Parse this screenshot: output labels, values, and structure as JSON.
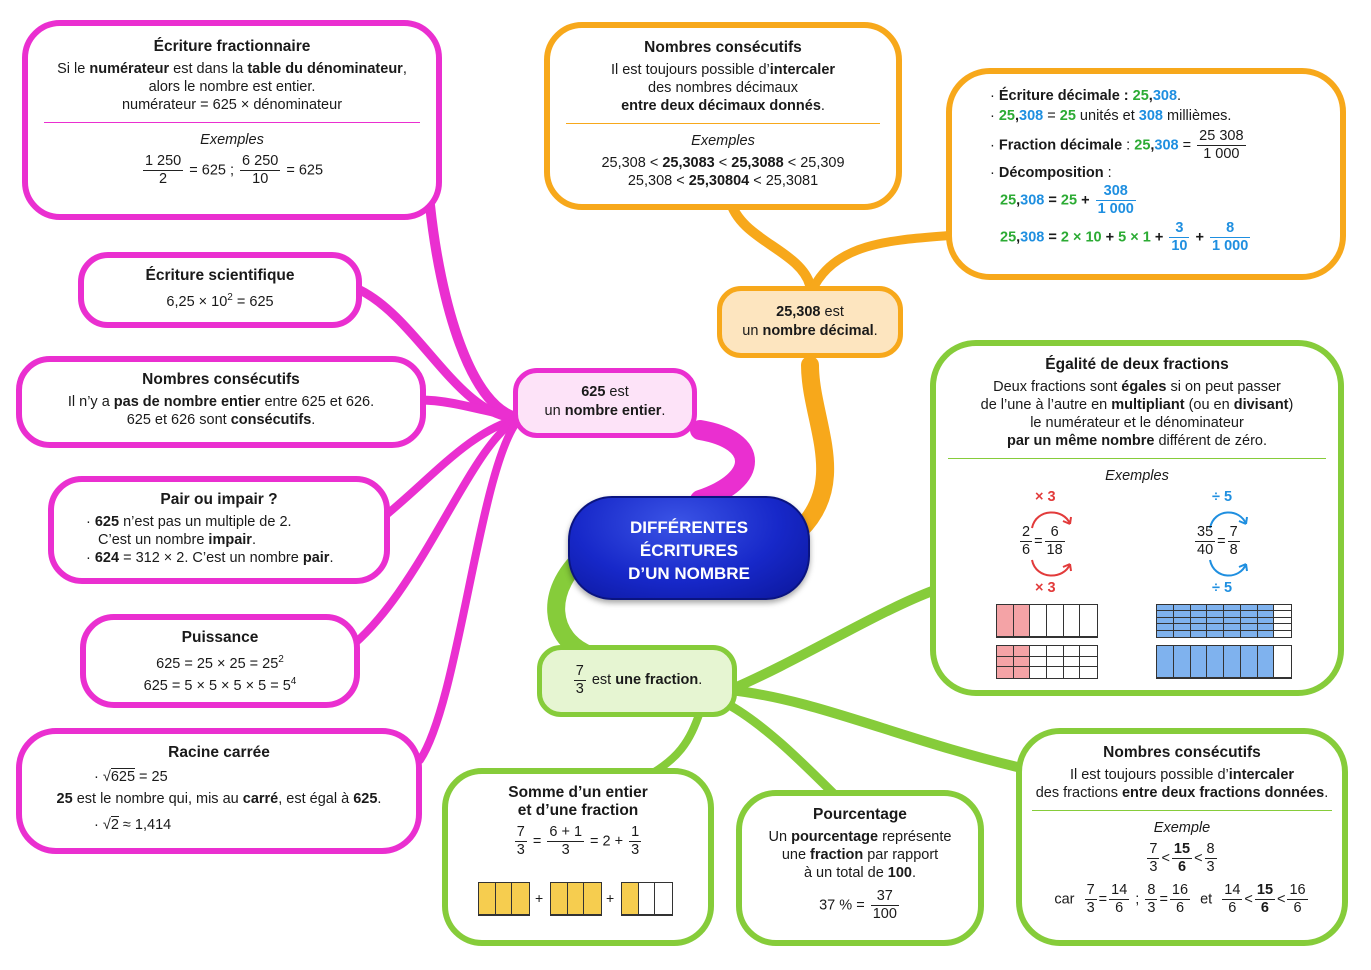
{
  "center": {
    "l1": "DIFFÉRENTES",
    "l2": "ÉCRITURES",
    "l3": "D’UN NOMBRE"
  },
  "hub_pink": {
    "p1": "625",
    "p2": " est",
    "p3": "un ",
    "p4": "nombre entier",
    "p5": "."
  },
  "hub_orange": {
    "p1": "25,308",
    "p2": " est",
    "p3": "un ",
    "p4": "nombre décimal",
    "p5": "."
  },
  "hub_green": {
    "n": "7",
    "d": "3",
    "p1": " est ",
    "p2": "une fraction",
    "p3": "."
  },
  "frac_writing": {
    "title": "Écriture fractionnaire",
    "l1a": "Si le ",
    "l1b": "numérateur",
    "l1c": " est dans la ",
    "l1d": "table du dénominateur",
    "l1e": ",",
    "l2": "alors le nombre est entier.",
    "l3": "numérateur = 625 × dénominateur",
    "ex": "Exemples",
    "f1n": "1 250",
    "f1d": "2",
    "t1": " = 625 ; ",
    "f2n": "6 250",
    "f2d": "10",
    "t2": " = 625"
  },
  "sci": {
    "title": "Écriture scientifique",
    "a": "6,25 × 10",
    "exp": "2",
    "b": " = 625"
  },
  "consec_int": {
    "title": "Nombres consécutifs",
    "a": "Il n’y a ",
    "b": "pas de nombre entier",
    "c": " entre 625 et 626.",
    "d": "625 et 626 sont ",
    "e": "consécutifs",
    "f": "."
  },
  "parity": {
    "title": "Pair ou impair ?",
    "a": "625",
    "b": " n’est pas un multiple de 2.",
    "c": "C’est un nombre ",
    "d": "impair",
    "e": ".",
    "f": "624",
    "g": " = 312 × 2. C’est un nombre ",
    "h": "pair",
    "i": "."
  },
  "power": {
    "title": "Puissance",
    "l1": "625 = 25 × 25 = 25",
    "e1": "2",
    "l2": "625 = 5 × 5 × 5 × 5 = 5",
    "e2": "4"
  },
  "sqrt": {
    "title": "Racine carrée",
    "r1": "625",
    "t1": " = 25",
    "a": "25",
    "b": " est le nombre qui, mis au ",
    "c": "carré",
    "d": ", est égal à ",
    "e": "625",
    "f": ".",
    "r2": "2",
    "t2": " ≈ 1,414"
  },
  "consec_dec": {
    "title": "Nombres consécutifs",
    "l1a": "Il est toujours possible d’",
    "l1b": "intercaler",
    "l2": "des nombres décimaux",
    "l3": "entre deux décimaux donnés",
    "l3b": ".",
    "ex": "Exemples",
    "e1a": "25,308 < ",
    "e1b": "25,3083",
    "e1c": " < ",
    "e1d": "25,3088",
    "e1e": " < 25,309",
    "e2a": "25,308 < ",
    "e2b": "25,30804",
    "e2c": " < 25,3081"
  },
  "decimal": {
    "b1a": "Écriture décimale : ",
    "b1b": "25",
    "b1c": ",",
    "b1d": "308",
    "b1e": ".",
    "b2a": "25",
    "b2b": ",",
    "b2c": "308",
    "b2d": " = ",
    "b2e": "25",
    "b2f": " unités et ",
    "b2g": "308",
    "b2h": " millièmes.",
    "b3a": "Fraction décimale",
    "b3b": " : ",
    "b3c": "25",
    "b3d": ",",
    "b3e": "308",
    "b3f": " = ",
    "b3n": "25 308",
    "b3den": "1 000",
    "b4": "Décomposition",
    "b4b": " :",
    "d1a": "25",
    "d1b": ",",
    "d1c": "308",
    "d1d": " = ",
    "d1e": "25",
    "d1f": " + ",
    "d1n": "308",
    "d1den": "1 000",
    "d2a": "25",
    "d2b": ",",
    "d2c": "308",
    "d2d": " = ",
    "d2e": "2 × 10",
    "d2f": " + ",
    "d2g": "5 × 1",
    "d2h": " + ",
    "d2n1": "3",
    "d2d1": "10",
    "d2i": " + ",
    "d2n2": "8",
    "d2d2": "1 000"
  },
  "equality": {
    "title": "Égalité de deux fractions",
    "l1a": "Deux fractions sont ",
    "l1b": "égales",
    "l1c": " si on peut passer",
    "l2a": "de l’une à l’autre en ",
    "l2b": "multipliant",
    "l2c": " (ou en ",
    "l2d": "divisant",
    "l2e": ")",
    "l3": "le numérateur et le dénominateur",
    "l4a": "par un même nombre",
    "l4b": " différent de zéro.",
    "ex": "Exemples",
    "m1": "× 3",
    "m2": "× 3",
    "d1": "÷ 5",
    "d2": "÷ 5",
    "fa_n": "2",
    "fa_d": "6",
    "fb_n": "6",
    "fb_d": "18",
    "fc_n": "35",
    "fc_d": "40",
    "fd_n": "7",
    "fd_d": "8",
    "eq": "="
  },
  "sum": {
    "title1": "Somme d’un entier",
    "title2": "et d’une fraction",
    "f1n": "7",
    "f1d": "3",
    "eq1": " = ",
    "f2n": "6 + 1",
    "f2d": "3",
    "eq2": " = 2 + ",
    "f3n": "1",
    "f3d": "3",
    "plus": "+"
  },
  "percent": {
    "title": "Pourcentage",
    "l1a": "Un ",
    "l1b": "pourcentage",
    "l1c": " représente",
    "l2a": "une ",
    "l2b": "fraction",
    "l2c": " par rapport",
    "l3a": "à un total de ",
    "l3b": "100",
    "l3c": ".",
    "p": "37 % = ",
    "fn": "37",
    "fd": "100"
  },
  "consec_frac": {
    "title": "Nombres consécutifs",
    "l1a": "Il est toujours possible d’",
    "l1b": "intercaler",
    "l2a": "des fractions ",
    "l2b": "entre deux fractions données",
    "l2c": ".",
    "ex": "Exemple",
    "lt": "<",
    "eq": "=",
    "semi": ";",
    "car": "car",
    "et": "et",
    "n7": "7",
    "d3": "3",
    "n15": "15",
    "d6": "6",
    "n8": "8",
    "n14": "14",
    "n16": "16"
  },
  "colors": {
    "pink": "#ea2fd0",
    "orange": "#f7a81b",
    "green": "#86cc3a",
    "center": "#1728c9",
    "red": "#e23b3b",
    "blue": "#1f8fe0",
    "fill_red": "#f4a3a6",
    "fill_blue": "#7fb2ee",
    "fill_yellow": "#f6cd4f"
  }
}
